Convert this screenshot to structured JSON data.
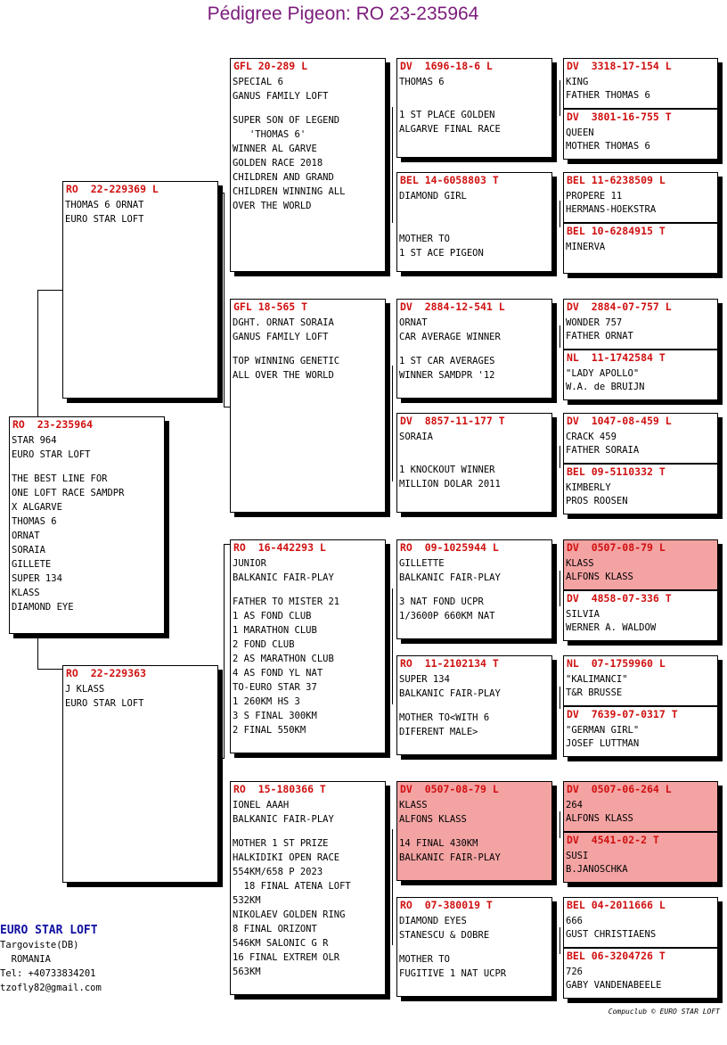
{
  "title": "Pédigree Pigeon: RO  23-235964",
  "subject": {
    "header": "RO  23-235964",
    "lines": [
      "STAR 964",
      "EURO STAR LOFT",
      "",
      "THE BEST LINE FOR",
      "ONE LOFT RACE SAMDPR",
      "X ALGARVE",
      "THOMAS 6",
      "ORNAT",
      "SORAIA",
      "GILLETE",
      "SUPER 134",
      "KLASS",
      "DIAMOND EYE"
    ]
  },
  "sire": {
    "header": "RO  22-229369 L",
    "lines": [
      "THOMAS 6 ORNAT",
      "EURO STAR LOFT"
    ]
  },
  "dam": {
    "header": "RO  22-229363",
    "lines": [
      "J KLASS",
      "EURO STAR LOFT"
    ]
  },
  "gen2": [
    {
      "header": "GFL 20-289 L",
      "lines": [
        "SPECIAL 6",
        "GANUS FAMILY LOFT",
        "",
        "SUPER SON OF LEGEND",
        "   'THOMAS 6'",
        "WINNER AL GARVE",
        "GOLDEN RACE 2018",
        "CHILDREN AND GRAND",
        "CHILDREN WINNING ALL",
        "OVER THE WORLD"
      ]
    },
    {
      "header": "GFL 18-565 T",
      "lines": [
        "DGHT. ORNAT SORAIA",
        "GANUS FAMILY LOFT",
        "",
        "TOP WINNING GENETIC",
        "ALL OVER THE WORLD"
      ]
    },
    {
      "header": "RO  16-442293 L",
      "lines": [
        "JUNIOR",
        "BALKANIC FAIR-PLAY",
        "",
        "FATHER TO MISTER 21",
        "1 AS FOND CLUB",
        "1 MARATHON CLUB",
        "2 FOND CLUB",
        "2 AS MARATHON CLUB",
        "4 AS FOND YL NAT",
        "TO-EURO STAR 37",
        "1 260KM HS 3",
        "3 S FINAL 300KM",
        "2 FINAL 550KM"
      ]
    },
    {
      "header": "RO  15-180366 T",
      "lines": [
        "IONEL AAAH",
        "BALKANIC FAIR-PLAY",
        "",
        "MOTHER 1 ST PRIZE",
        "HALKIDIKI OPEN RACE",
        "554KM/658 P 2023",
        "  18 FINAL ATENA LOFT",
        "532KM",
        "NIKOLAEV GOLDEN RING",
        "8 FINAL ORIZONT",
        "546KM SALONIC G R",
        "16 FINAL EXTREM OLR",
        "563KM"
      ]
    }
  ],
  "gen3": [
    {
      "header": "DV  1696-18-6 L",
      "lines": [
        "THOMAS 6",
        "",
        "",
        "1 ST PLACE GOLDEN",
        "ALGARVE FINAL RACE"
      ]
    },
    {
      "header": "BEL 14-6058803 T",
      "lines": [
        "DIAMOND GIRL",
        "",
        "",
        "",
        "MOTHER TO",
        "1 ST ACE PIGEON"
      ]
    },
    {
      "header": "DV  2884-12-541 L",
      "lines": [
        "ORNAT",
        "CAR AVERAGE WINNER",
        "",
        "1 ST CAR AVERAGES",
        "WINNER SAMDPR '12"
      ]
    },
    {
      "header": "DV  8857-11-177 T",
      "lines": [
        "SORAIA",
        "",
        "",
        "1 KNOCKOUT WINNER",
        "MILLION DOLAR 2011"
      ]
    },
    {
      "header": "RO  09-1025944 L",
      "lines": [
        "GILLETTE",
        "BALKANIC FAIR-PLAY",
        "",
        "3 NAT FOND UCPR",
        "1/3600P 660KM NAT"
      ]
    },
    {
      "header": "RO  11-2102134 T",
      "lines": [
        "SUPER 134",
        "BALKANIC FAIR-PLAY",
        "",
        "MOTHER TO<WITH 6",
        "DIFERENT MALE>"
      ]
    },
    {
      "header": "DV  0507-08-79 L",
      "lines": [
        "KLASS",
        "ALFONS KLASS",
        "",
        "14 FINAL 430KM",
        "BALKANIC FAIR-PLAY"
      ],
      "highlight": true
    },
    {
      "header": "RO  07-380019 T",
      "lines": [
        "DIAMOND EYES",
        "STANESCU & DOBRE",
        "",
        "MOTHER TO",
        "FUGITIVE 1 NAT UCPR"
      ]
    }
  ],
  "gen4": [
    {
      "header": "DV  3318-17-154 L",
      "lines": [
        "KING",
        "FATHER THOMAS 6"
      ]
    },
    {
      "header": "DV  3801-16-755 T",
      "lines": [
        "QUEEN",
        "MOTHER THOMAS 6"
      ]
    },
    {
      "header": "BEL 11-6238509 L",
      "lines": [
        "PROPERE 11",
        "HERMANS-HOEKSTRA"
      ]
    },
    {
      "header": "BEL 10-6284915 T",
      "lines": [
        "MINERVA"
      ]
    },
    {
      "header": "DV  2884-07-757 L",
      "lines": [
        "WONDER 757",
        "FATHER ORNAT"
      ]
    },
    {
      "header": "NL  11-1742584 T",
      "lines": [
        "\"LADY APOLLO\"",
        "W.A. de BRUIJN"
      ]
    },
    {
      "header": "DV  1047-08-459 L",
      "lines": [
        "CRACK 459",
        "FATHER SORAIA"
      ]
    },
    {
      "header": "BEL 09-5110332 T",
      "lines": [
        "KIMBERLY",
        "PROS ROOSEN"
      ]
    },
    {
      "header": "DV  0507-08-79 L",
      "lines": [
        "KLASS",
        "ALFONS KLASS"
      ],
      "highlight": true
    },
    {
      "header": "DV  4858-07-336 T",
      "lines": [
        "SILVIA",
        "WERNER A. WALDOW"
      ]
    },
    {
      "header": "NL  07-1759960 L",
      "lines": [
        "\"KALIMANCI\"",
        "T&R BRUSSE"
      ]
    },
    {
      "header": "DV  7639-07-0317 T",
      "lines": [
        "\"GERMAN GIRL\"",
        "JOSEF LUTTMAN"
      ]
    },
    {
      "header": "DV  0507-06-264 L",
      "lines": [
        "264",
        "ALFONS KLASS"
      ],
      "highlight": true
    },
    {
      "header": "DV  4541-02-2 T",
      "lines": [
        "SUSI",
        "B.JANOSCHKA"
      ],
      "highlight": true
    },
    {
      "header": "BEL 04-2011666 L",
      "lines": [
        "666",
        "GUST CHRISTIAENS"
      ]
    },
    {
      "header": "BEL 06-3204726 T",
      "lines": [
        "726",
        "GABY VANDENABEELE"
      ]
    }
  ],
  "contact": {
    "loft": "EURO STAR LOFT",
    "lines": [
      "Targoviste(DB)",
      "  ROMANIA",
      "Tel: +40733834201",
      "tzofly82@gmail.com"
    ]
  },
  "footer": "Compuclub © EURO STAR LOFT"
}
